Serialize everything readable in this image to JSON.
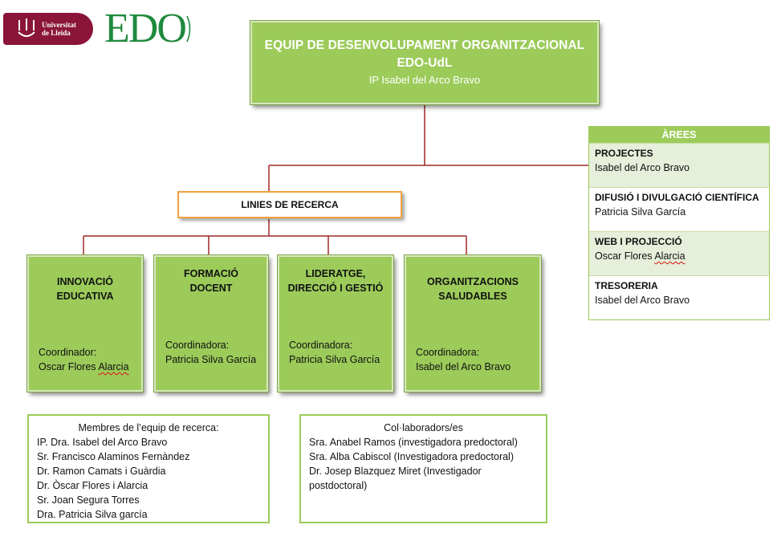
{
  "logos": {
    "udl_text": "Universitat\nde Lleida",
    "edo_text": "EDO",
    "udl_color": "#8a1538",
    "edo_color": "#1f8a3c"
  },
  "title": {
    "line1": "EQUIP DE DESENVOLUPAMENT ORGANITZACIONAL",
    "line2": "EDO-UdL",
    "line3": "IP Isabel del Arco Bravo"
  },
  "research_lines": {
    "label": "LINIES DE RECERCA",
    "items": [
      {
        "title": "INNOVACIÓ\nEDUCATIVA",
        "role": "Coordinador:",
        "name": "Oscar Flores ",
        "name_mark": "Alarcia"
      },
      {
        "title": "FORMACIÓ\nDOCENT",
        "role": "Coordinadora:",
        "name": "Patricia Silva García",
        "name_mark": ""
      },
      {
        "title": "LIDERATGE,\nDIRECCIÓ I GESTIÓ",
        "role": "Coordinadora:",
        "name": "Patricia Silva García",
        "name_mark": ""
      },
      {
        "title": "ORGANITZACIONS\nSALUDABLES",
        "role": "Coordinadora:",
        "name": "Isabel del Arco  Bravo",
        "name_mark": ""
      }
    ]
  },
  "areas": {
    "header": "ÀREES",
    "rows": [
      {
        "name": "PROJECTES",
        "person": "Isabel del Arco Bravo",
        "person_mark": ""
      },
      {
        "name": "DIFUSIÓ I DIVULGACIÓ CIENTÍFICA",
        "person": "Patricia Silva García",
        "person_mark": ""
      },
      {
        "name": "WEB I PROJECCIÓ",
        "person": "Oscar Flores ",
        "person_mark": "Alarcia"
      },
      {
        "name": "TRESORERIA",
        "person": "Isabel del Arco Bravo",
        "person_mark": ""
      }
    ]
  },
  "members": {
    "header": "Membres de l’equip de recerca:",
    "items": [
      "IP. Dra. Isabel del  Arco Bravo",
      "Sr. Francisco Alaminos Fernàndez",
      "Dr. Ramon Camats i Guàrdia",
      "Dr. Òscar Flores i Alarcia",
      "Sr. Joan Segura Torres",
      "Dra. Patricia Silva garcía"
    ]
  },
  "collaborators": {
    "header": "Col·laboradors/es",
    "items": [
      "Sra. Anabel Ramos (investigadora predoctoral)",
      "Sra. Alba Cabiscol (Investigadora predoctoral)",
      "Dr. Josep Blazquez Miret (Investigador",
      "postdoctoral)"
    ]
  },
  "colors": {
    "box_green": "#9ccb5a",
    "line_red": "#a02828",
    "header_border": "#f0a040"
  }
}
